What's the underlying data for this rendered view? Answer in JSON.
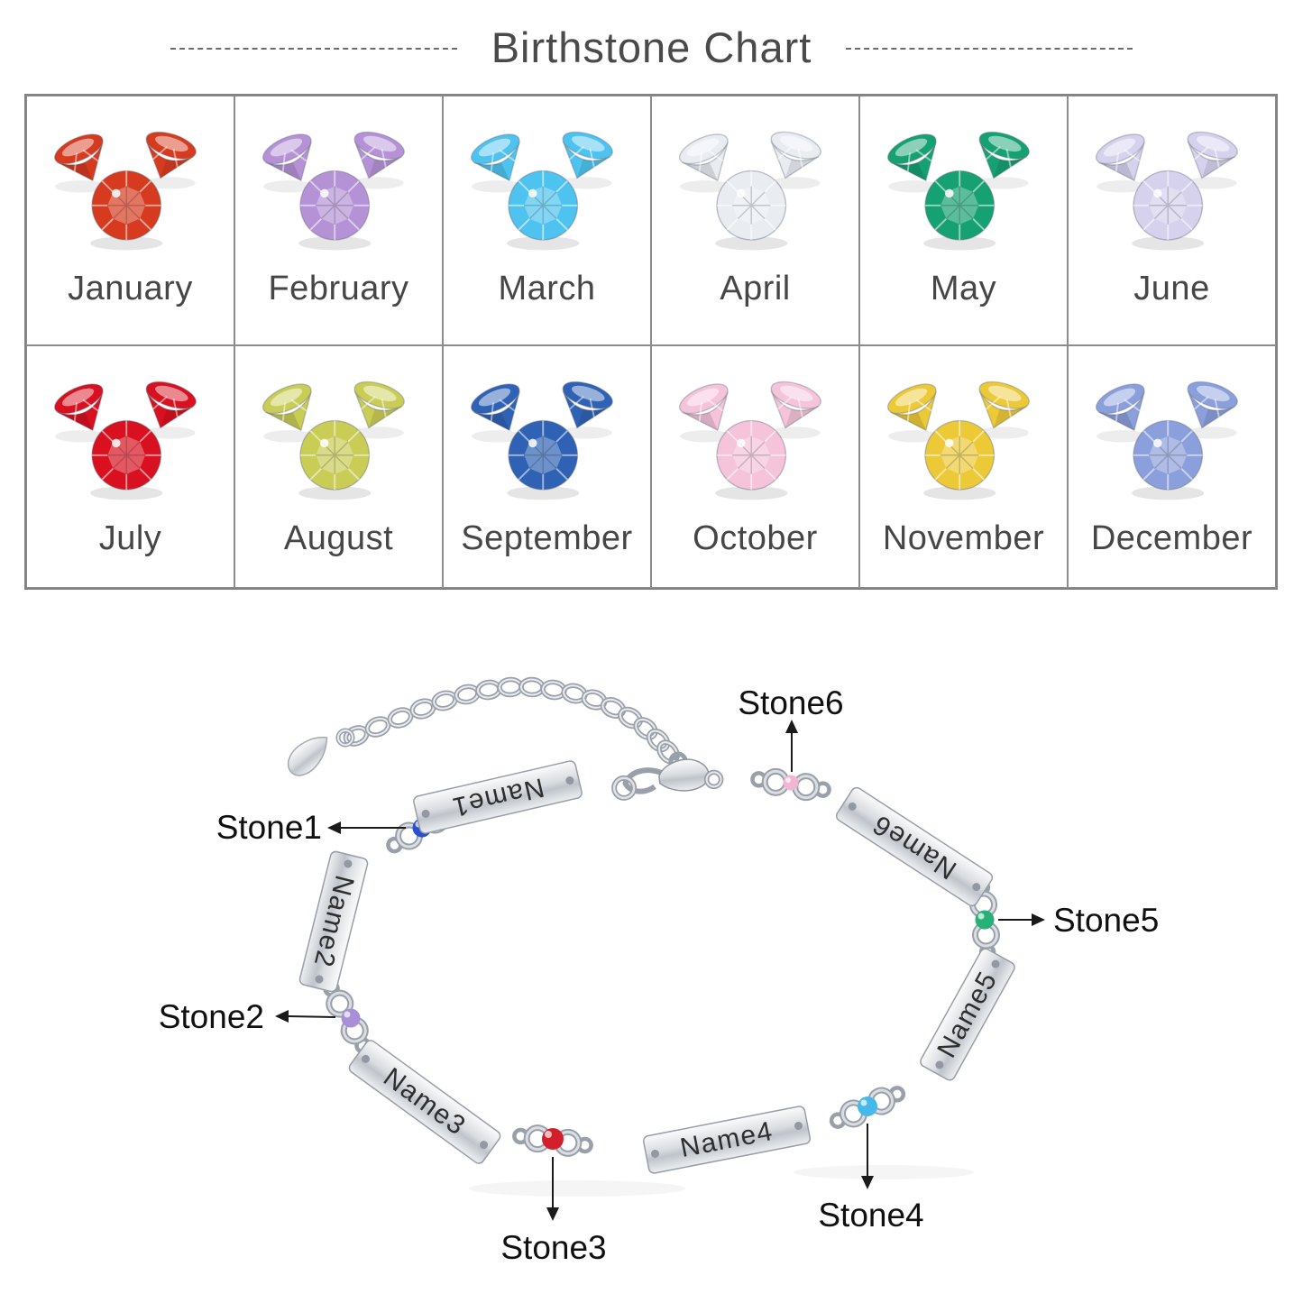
{
  "title": "Birthstone Chart",
  "chart": {
    "months": [
      {
        "name": "January",
        "color": "#d63b1f"
      },
      {
        "name": "February",
        "color": "#b592d6"
      },
      {
        "name": "March",
        "color": "#4ec3ef"
      },
      {
        "name": "April",
        "color": "#e9edf2"
      },
      {
        "name": "May",
        "color": "#16a173"
      },
      {
        "name": "June",
        "color": "#d6d2ee"
      },
      {
        "name": "July",
        "color": "#d8101f"
      },
      {
        "name": "August",
        "color": "#c9cc55"
      },
      {
        "name": "September",
        "color": "#2f62b5"
      },
      {
        "name": "October",
        "color": "#f5c3da"
      },
      {
        "name": "November",
        "color": "#ecc937"
      },
      {
        "name": "December",
        "color": "#8b9fdc"
      }
    ]
  },
  "bracelet": {
    "names": [
      "Name1",
      "Name2",
      "Name3",
      "Name4",
      "Name5",
      "Name6"
    ],
    "stones": [
      {
        "label": "Stone1",
        "color": "#2a50cf"
      },
      {
        "label": "Stone2",
        "color": "#a88fd8"
      },
      {
        "label": "Stone3",
        "color": "#d1202c"
      },
      {
        "label": "Stone4",
        "color": "#45b9ea"
      },
      {
        "label": "Stone5",
        "color": "#27b077"
      },
      {
        "label": "Stone6",
        "color": "#f0b6d2"
      }
    ],
    "metal_color": "#c9cdd3"
  }
}
